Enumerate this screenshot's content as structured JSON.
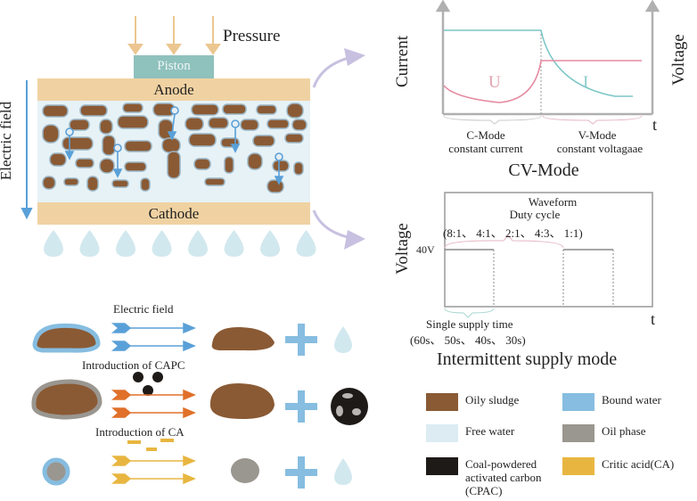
{
  "cell": {
    "pressure_label": "Pressure",
    "piston_label": "Piston",
    "anode_label": "Anode",
    "cathode_label": "Cathode",
    "field_label": "Electric field"
  },
  "cv_mode": {
    "y_left_label": "Current",
    "y_right_label": "Voltage",
    "x_label": "t",
    "curve_u_label": "U",
    "curve_i_label": "I",
    "c_mode_title": "C-Mode",
    "c_mode_sub": "constant current",
    "v_mode_title": "V-Mode",
    "v_mode_sub": "constant voltagaae",
    "title": "CV-Mode"
  },
  "intermittent": {
    "y_label": "Voltage",
    "x_label": "t",
    "level_label": "40V",
    "waveform_label": "Waveform",
    "duty_label": "Duty cycle",
    "duty_values": "(8:1、 4:1、 2:1、 4:3、 1:1)",
    "supply_label": "Single supply time",
    "supply_values": "(60s、 50s、 40s、 30s)",
    "title": "Intermittent supply mode"
  },
  "mechanisms": {
    "electric_field_label": "Electric field",
    "capc_label": "Introduction of CAPC",
    "ca_label": "Introduction of CA"
  },
  "legend": [
    {
      "label": "Oily sludge",
      "color": "#8a5a34"
    },
    {
      "label": "Bound water",
      "color": "#86bde0"
    },
    {
      "label": "Free water",
      "color": "#dcecf2"
    },
    {
      "label": "Oil phase",
      "color": "#9a9690"
    },
    {
      "label": "Coal-powdered activated carbon (CPAC)",
      "color": "#1e1a18"
    },
    {
      "label": "Critic acid(CA)",
      "color": "#e8b640"
    }
  ],
  "colors": {
    "electrode": "#f0d2a2",
    "piston": "#8fc1bd",
    "sludge": "#8a5a34",
    "bound_water": "#86bde0",
    "free_water": "#e6f2f6",
    "arrow_purple": "#c8c0e0",
    "pressure_arrow": "#ecc690",
    "current_line": "#7cc6c6",
    "voltage_line": "#e58ba0",
    "orange_arrow": "#e0702a",
    "yellow_arrow": "#e8b640"
  }
}
